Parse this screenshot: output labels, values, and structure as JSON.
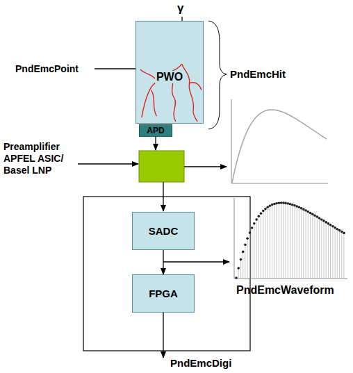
{
  "diagram": {
    "nodes": [
      {
        "text": [
          "PWO"
        ]
      },
      {
        "text": [
          "APD"
        ]
      },
      {
        "text": [
          "SADC"
        ]
      },
      {
        "text": [
          "FPGA"
        ]
      }
    ],
    "edges": [
      {
        "from": 2,
        "to": 3,
        "arrow": "to"
      }
    ],
    "labels": [
      "γ",
      "PndEmcPoint",
      "PndEmcHit",
      "Preamplifier APFEL ASIC/ Basel LNP",
      "PndEmcWaveform",
      "PndEmcDigi"
    ]
  }
}
